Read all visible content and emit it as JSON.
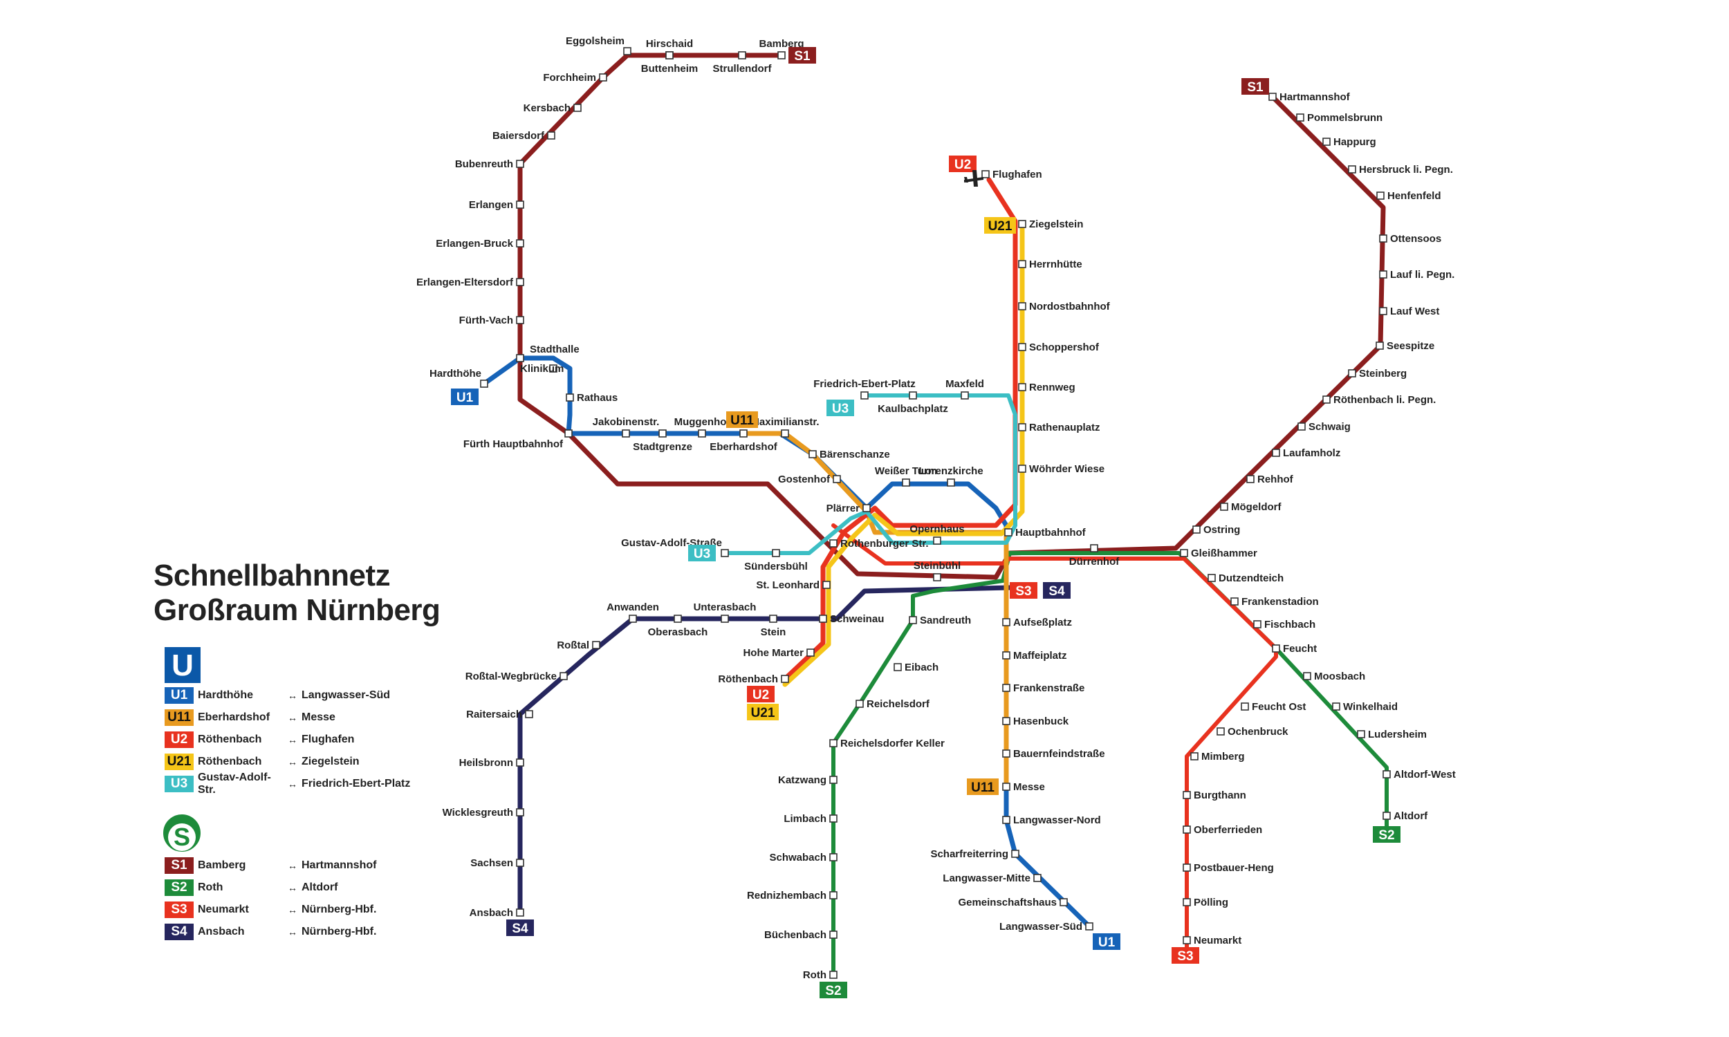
{
  "colors": {
    "S1": "#8b1e1e",
    "S2": "#1d8b3a",
    "S3": "#e8321f",
    "S4": "#26265e",
    "U1": "#1663b8",
    "U11": "#e89a1f",
    "U2": "#e8321f",
    "U21": "#f5c518",
    "U3": "#3cbec4",
    "station_fill": "#ffffff",
    "station_stroke": "#333333",
    "label": "#222222",
    "accessible": "#8b2a8b"
  },
  "title": {
    "line1": "Schnellbahnnetz",
    "line2": "Großraum Nürnberg"
  },
  "legend": {
    "u_symbol": "U",
    "s_symbol": "S",
    "u_lines": [
      {
        "id": "U1",
        "from": "Hardthöhe",
        "to": "Langwasser-Süd"
      },
      {
        "id": "U11",
        "from": "Eberhardshof",
        "to": "Messe"
      },
      {
        "id": "U2",
        "from": "Röthenbach",
        "to": "Flughafen"
      },
      {
        "id": "U21",
        "from": "Röthenbach",
        "to": "Ziegelstein"
      },
      {
        "id": "U3",
        "from": "Gustav-Adolf-Str.",
        "to": "Friedrich-Ebert-Platz"
      }
    ],
    "s_lines": [
      {
        "id": "S1",
        "from": "Bamberg",
        "to": "Hartmannshof"
      },
      {
        "id": "S2",
        "from": "Roth",
        "to": "Altdorf"
      },
      {
        "id": "S3",
        "from": "Neumarkt",
        "to": "Nürnberg-Hbf."
      },
      {
        "id": "S4",
        "from": "Ansbach",
        "to": "Nürnberg-Hbf."
      }
    ],
    "arrow": "↔"
  },
  "line_badges": [
    {
      "id": "S1",
      "text": "S1",
      "at": "Bamberg"
    },
    {
      "id": "S1",
      "text": "S1",
      "at": "Hartmannshof"
    },
    {
      "id": "U1",
      "text": "U1",
      "at": "Hardthöhe"
    },
    {
      "id": "U1",
      "text": "U1",
      "at": "Langwasser-Süd"
    },
    {
      "id": "U2",
      "text": "U2",
      "at": "Flughafen"
    },
    {
      "id": "U21",
      "text": "U21",
      "at": "Ziegelstein"
    },
    {
      "id": "U3",
      "text": "U3",
      "at": "Friedrich-Ebert-Platz"
    },
    {
      "id": "U3",
      "text": "U3",
      "at": "Gustav-Adolf-Straße"
    },
    {
      "id": "U11",
      "text": "U11",
      "at": "Eberhardshof"
    },
    {
      "id": "U11",
      "text": "U11",
      "at": "Messe"
    },
    {
      "id": "U2",
      "text": "U2",
      "at": "Röthenbach"
    },
    {
      "id": "U21",
      "text": "U21",
      "at": "Röthenbach"
    },
    {
      "id": "S3",
      "text": "S3",
      "at": "Nürnberg-Hbf."
    },
    {
      "id": "S4",
      "text": "S4",
      "at": "Nürnberg-Hbf."
    },
    {
      "id": "S4",
      "text": "S4",
      "at": "Ansbach"
    },
    {
      "id": "S2",
      "text": "S2",
      "at": "Altdorf"
    },
    {
      "id": "S2",
      "text": "S2",
      "at": "Roth"
    },
    {
      "id": "S3",
      "text": "S3",
      "at": "Neumarkt"
    }
  ],
  "stations": [
    "Eggolsheim",
    "Hirschaid",
    "Bamberg",
    "Buttenheim",
    "Strullendorf",
    "Forchheim",
    "Kersbach",
    "Baiersdorf",
    "Bubenreuth",
    "Erlangen",
    "Erlangen-Bruck",
    "Erlangen-Eltersdorf",
    "Fürth-Vach",
    "Hardthöhe",
    "Stadthalle",
    "Klinikum",
    "Rathaus",
    "Fürth Hauptbahnhof",
    "Jakobinenstr.",
    "Stadtgrenze",
    "Muggenhof",
    "Eberhardshof",
    "Maximilianstr.",
    "Bärenschanze",
    "Gostenhof",
    "Plärrer",
    "Weißer Turm",
    "Lorenzkirche",
    "Opernhaus",
    "Hauptbahnhof",
    "Friedrich-Ebert-Platz",
    "Kaulbachplatz",
    "Maxfeld",
    "Rennweg",
    "Rathenauplatz",
    "Wöhrder Wiese",
    "Flughafen",
    "Ziegelstein",
    "Herrnhütte",
    "Nordostbahnhof",
    "Schoppershof",
    "Gustav-Adolf-Straße",
    "Sündersbühl",
    "Rothenburger Str.",
    "St. Leonhard",
    "Steinbühl",
    "Schweinau",
    "Stein",
    "Hohe Marter",
    "Röthenbach",
    "Anwanden",
    "Unterasbach",
    "Oberasbach",
    "Roßtal",
    "Roßtal-Wegbrücke",
    "Raitersaich",
    "Heilsbronn",
    "Wicklesgreuth",
    "Sachsen",
    "Ansbach",
    "Sandreuth",
    "Eibach",
    "Reichelsdorf",
    "Reichelsdorfer Keller",
    "Katzwang",
    "Limbach",
    "Schwabach",
    "Rednizhembach",
    "Büchenbach",
    "Roth",
    "Aufseßplatz",
    "Maffeiplatz",
    "Frankenstraße",
    "Hasenbuck",
    "Bauernfeindstraße",
    "Messe",
    "Langwasser-Nord",
    "Scharfreiterring",
    "Langwasser-Mitte",
    "Gemeinschaftshaus",
    "Langwasser-Süd",
    "Dürrenhof",
    "Ostring",
    "Gleißhammer",
    "Dutzendteich",
    "Frankenstadion",
    "Fischbach",
    "Feucht",
    "Moosbach",
    "Feucht Ost",
    "Ochenbruck",
    "Winkelhaid",
    "Ludersheim",
    "Mimberg",
    "Altdorf-West",
    "Altdorf",
    "Burgthann",
    "Oberferrieden",
    "Postbauer-Heng",
    "Pölling",
    "Neumarkt",
    "Hartmannshof",
    "Pommelsbrunn",
    "Happurg",
    "Hersbruck li. Pegn.",
    "Henfenfeld",
    "Ottensoos",
    "Lauf li. Pegn.",
    "Lauf West",
    "Seespitze",
    "Steinberg",
    "Röthenbach li. Pegn.",
    "Schwaig",
    "Laufamholz",
    "Rehhof",
    "Mögeldorf"
  ]
}
